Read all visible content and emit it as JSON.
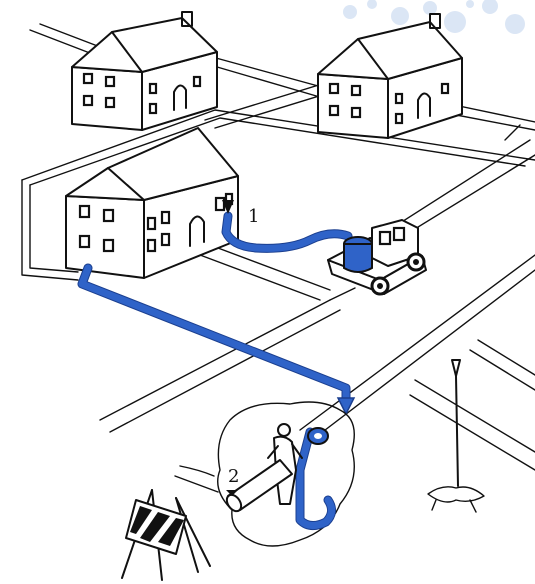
{
  "diagram": {
    "callouts": [
      {
        "id": "1",
        "label": "1"
      },
      {
        "id": "2",
        "label": "2"
      }
    ]
  },
  "colors": {
    "ink": "#111111",
    "water": "#2f63c8",
    "water_dark": "#1b3f8f",
    "bubbles": "#dbe6f5"
  },
  "icons": {
    "house": "house-icon",
    "truck": "tanker-truck-icon",
    "barricade": "barricade-icon",
    "worker": "worker-icon",
    "gauge": "gauge-pole-icon"
  }
}
